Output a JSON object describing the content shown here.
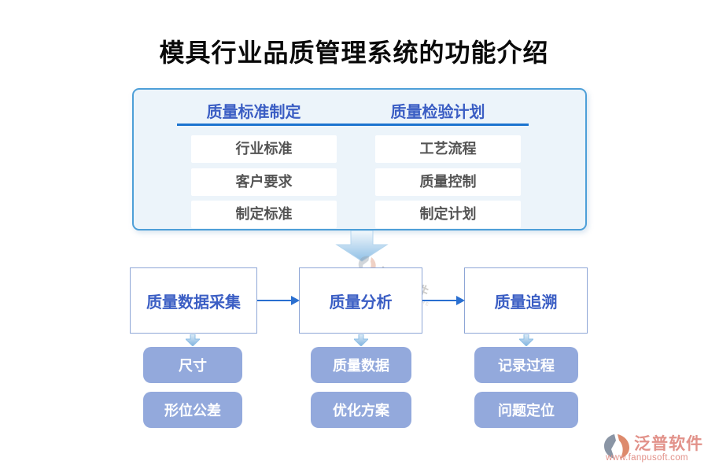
{
  "title": "模具行业品质管理系统的功能介绍",
  "top_panel": {
    "columns": [
      {
        "header": "质量标准制定",
        "items": [
          "行业标准",
          "客户要求",
          "制定标准"
        ]
      },
      {
        "header": "质量检验计划",
        "items": [
          "工艺流程",
          "质量控制",
          "制定计划"
        ]
      }
    ]
  },
  "flow_nodes": [
    {
      "label": "质量数据采集",
      "children": [
        "尺寸",
        "形位公差"
      ]
    },
    {
      "label": "质量分析",
      "children": [
        "质量数据",
        "优化方案"
      ]
    },
    {
      "label": "质量追溯",
      "children": [
        "记录过程",
        "问题定位"
      ]
    }
  ],
  "watermark": {
    "brand": "泛普软件",
    "brand_sub": "FANPU SOFTWARE"
  },
  "footer_logo": {
    "brand": "泛普软件",
    "website": "www.fanpusoft.com"
  },
  "colors": {
    "accent_blue": "#1b74cf",
    "arrow_blue": "#2a6fd0",
    "header_text_blue": "#3b5ec4",
    "panel_bg": "#ecf4fa",
    "panel_border": "#4d9fd8",
    "node_border": "#8ea6d6",
    "chip_bg": "#93a9dc",
    "item_text_gray": "#545454",
    "logo_salmon": "#e2928a",
    "logo_gray": "#8a95a5",
    "logo_orange": "#dd8a6c"
  }
}
